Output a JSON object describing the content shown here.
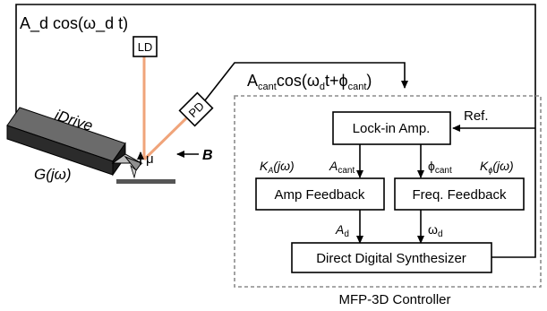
{
  "signals": {
    "drive_signal": "A_d cos(ω_d t)",
    "cant_amp_base": "A",
    "cant_amp_sub": "cant",
    "cant_cos_text": "cos(ω",
    "cant_cos_sub_d": "d",
    "cant_cos_mid": "t+ϕ",
    "cant_cos_sub_cant": "cant",
    "cant_close": ")",
    "ref_label": "Ref."
  },
  "components": {
    "ld_label": "LD",
    "pd_label": "PD",
    "idrive_label": "iDrive",
    "transfer_label": "G(jω)",
    "mu_label": "μ",
    "field_label": "B"
  },
  "controller": {
    "title": "MFP-3D Controller",
    "lockin_label": "Lock-in Amp.",
    "amp_feedback_label": "Amp Feedback",
    "freq_feedback_label": "Freq. Feedback",
    "dds_label": "Direct Digital Synthesizer",
    "ka_base": "K",
    "ka_sub": "A",
    "ka_tail": "(jω)",
    "kphi_base": "K",
    "kphi_sub": "ϕ",
    "kphi_tail": "(jω)",
    "a_cant_base": "A",
    "a_cant_sub": "cant",
    "phi_cant_base": "ϕ",
    "phi_cant_sub": "cant",
    "a_d_base": "A",
    "a_d_sub": "d",
    "omega_d_base": "ω",
    "omega_d_sub": "d"
  },
  "colors": {
    "laser": "#f0a47a",
    "cantilever_body": "#3a3a3a",
    "sample": "#555555",
    "controller_border": "#8c8c8c"
  }
}
